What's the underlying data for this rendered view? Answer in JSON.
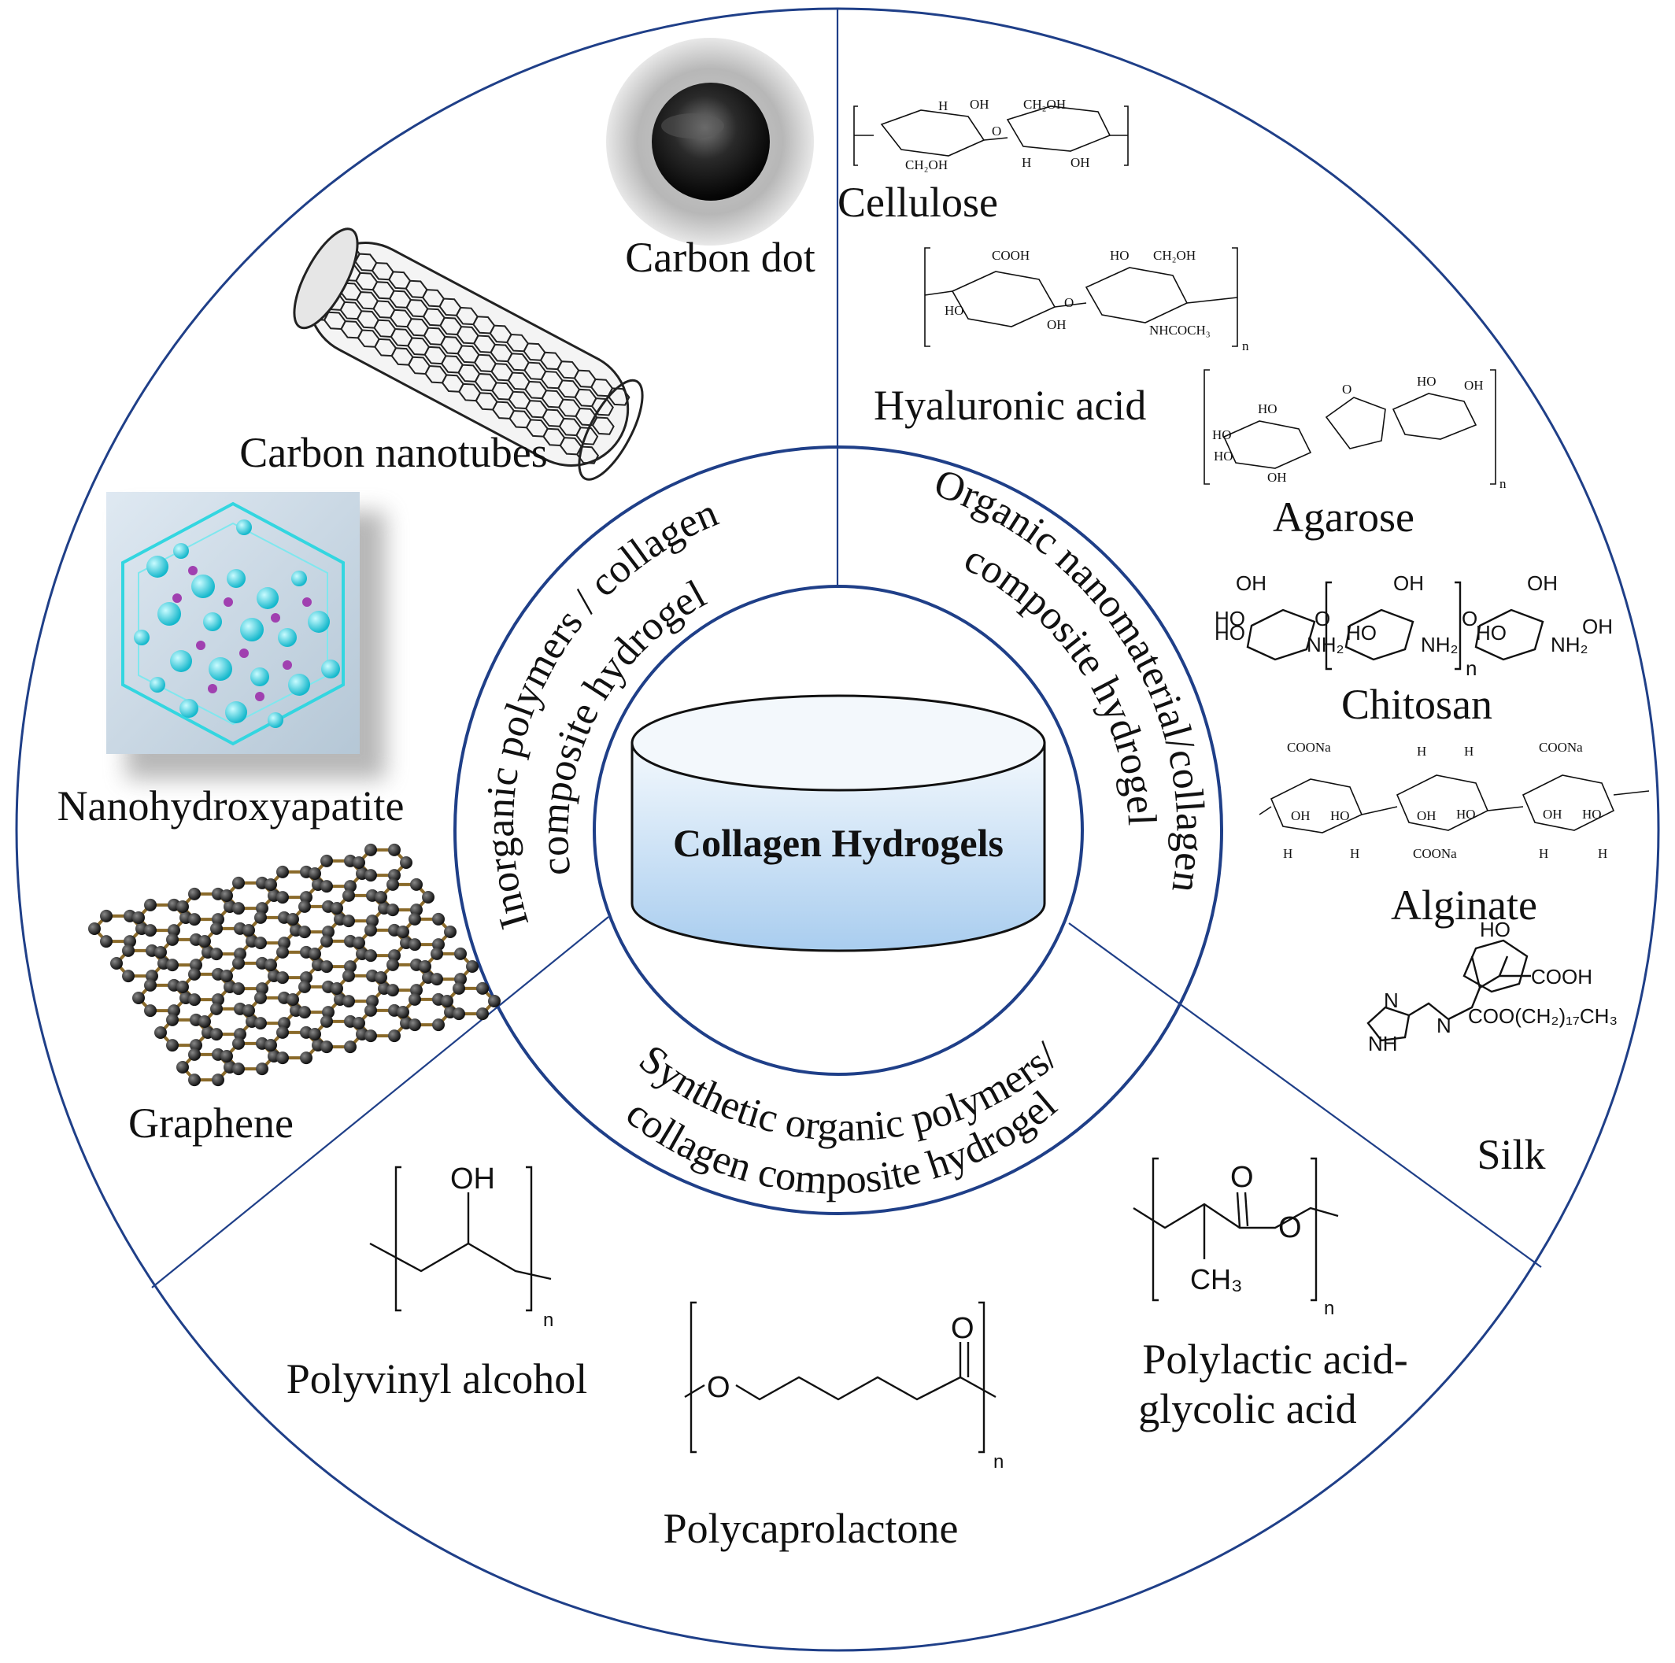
{
  "center": {
    "title": "Collagen Hydrogels"
  },
  "ring_sections": {
    "inorganic": "Inorganic polymers / collagen composite hydrogel",
    "inorganic_line1": "Inorganic polymers / collagen",
    "inorganic_line2": "composite hydrogel",
    "organic_nano_line1": "Organic nanomaterial/collagen",
    "organic_nano_line2": "composite hydrogel",
    "synthetic_line1": "Synthetic organic polymers/",
    "synthetic_line2": "collagen composite hydrogel"
  },
  "inorganic_materials": {
    "carbon_dot": "Carbon dot",
    "carbon_nanotubes": "Carbon nanotubes",
    "nanohydroxyapatite": "Nanohydroxyapatite",
    "graphene": "Graphene"
  },
  "organic_materials": {
    "cellulose": "Cellulose",
    "hyaluronic_acid": "Hyaluronic acid",
    "agarose": "Agarose",
    "chitosan": "Chitosan",
    "alginate": "Alginate",
    "silk": "Silk"
  },
  "synthetic_materials": {
    "pva": "Polyvinyl alcohol",
    "pcl": "Polycaprolactone",
    "plga_line1": "Polylactic acid-",
    "plga_line2": "glycolic acid"
  },
  "structure_labels": {
    "oh": "OH",
    "o": "O",
    "n": "n",
    "ch3": "CH",
    "sub3": "3",
    "ho": "HO",
    "nh2": "NH",
    "sub2": "2",
    "cooh": "COOH",
    "coona": "COONa",
    "ch2oh": "CH₂OH",
    "nhcoch3": "NHCOCH₃",
    "h": "H",
    "hn": "N",
    "nh": "NH",
    "ester": "COO(CH",
    "ester_sub": "2",
    "ester_tail": ")",
    "ester_sub17": "17",
    "ester_end": "CH",
    "ester_end_sub": "3"
  },
  "colors": {
    "ring_line": "#1f3f88",
    "atom_cyan": "#33d6e0",
    "atom_purple": "#a040b0",
    "cylinder_top": "#eef6fc",
    "cylinder_bottom": "#a9cdef"
  }
}
